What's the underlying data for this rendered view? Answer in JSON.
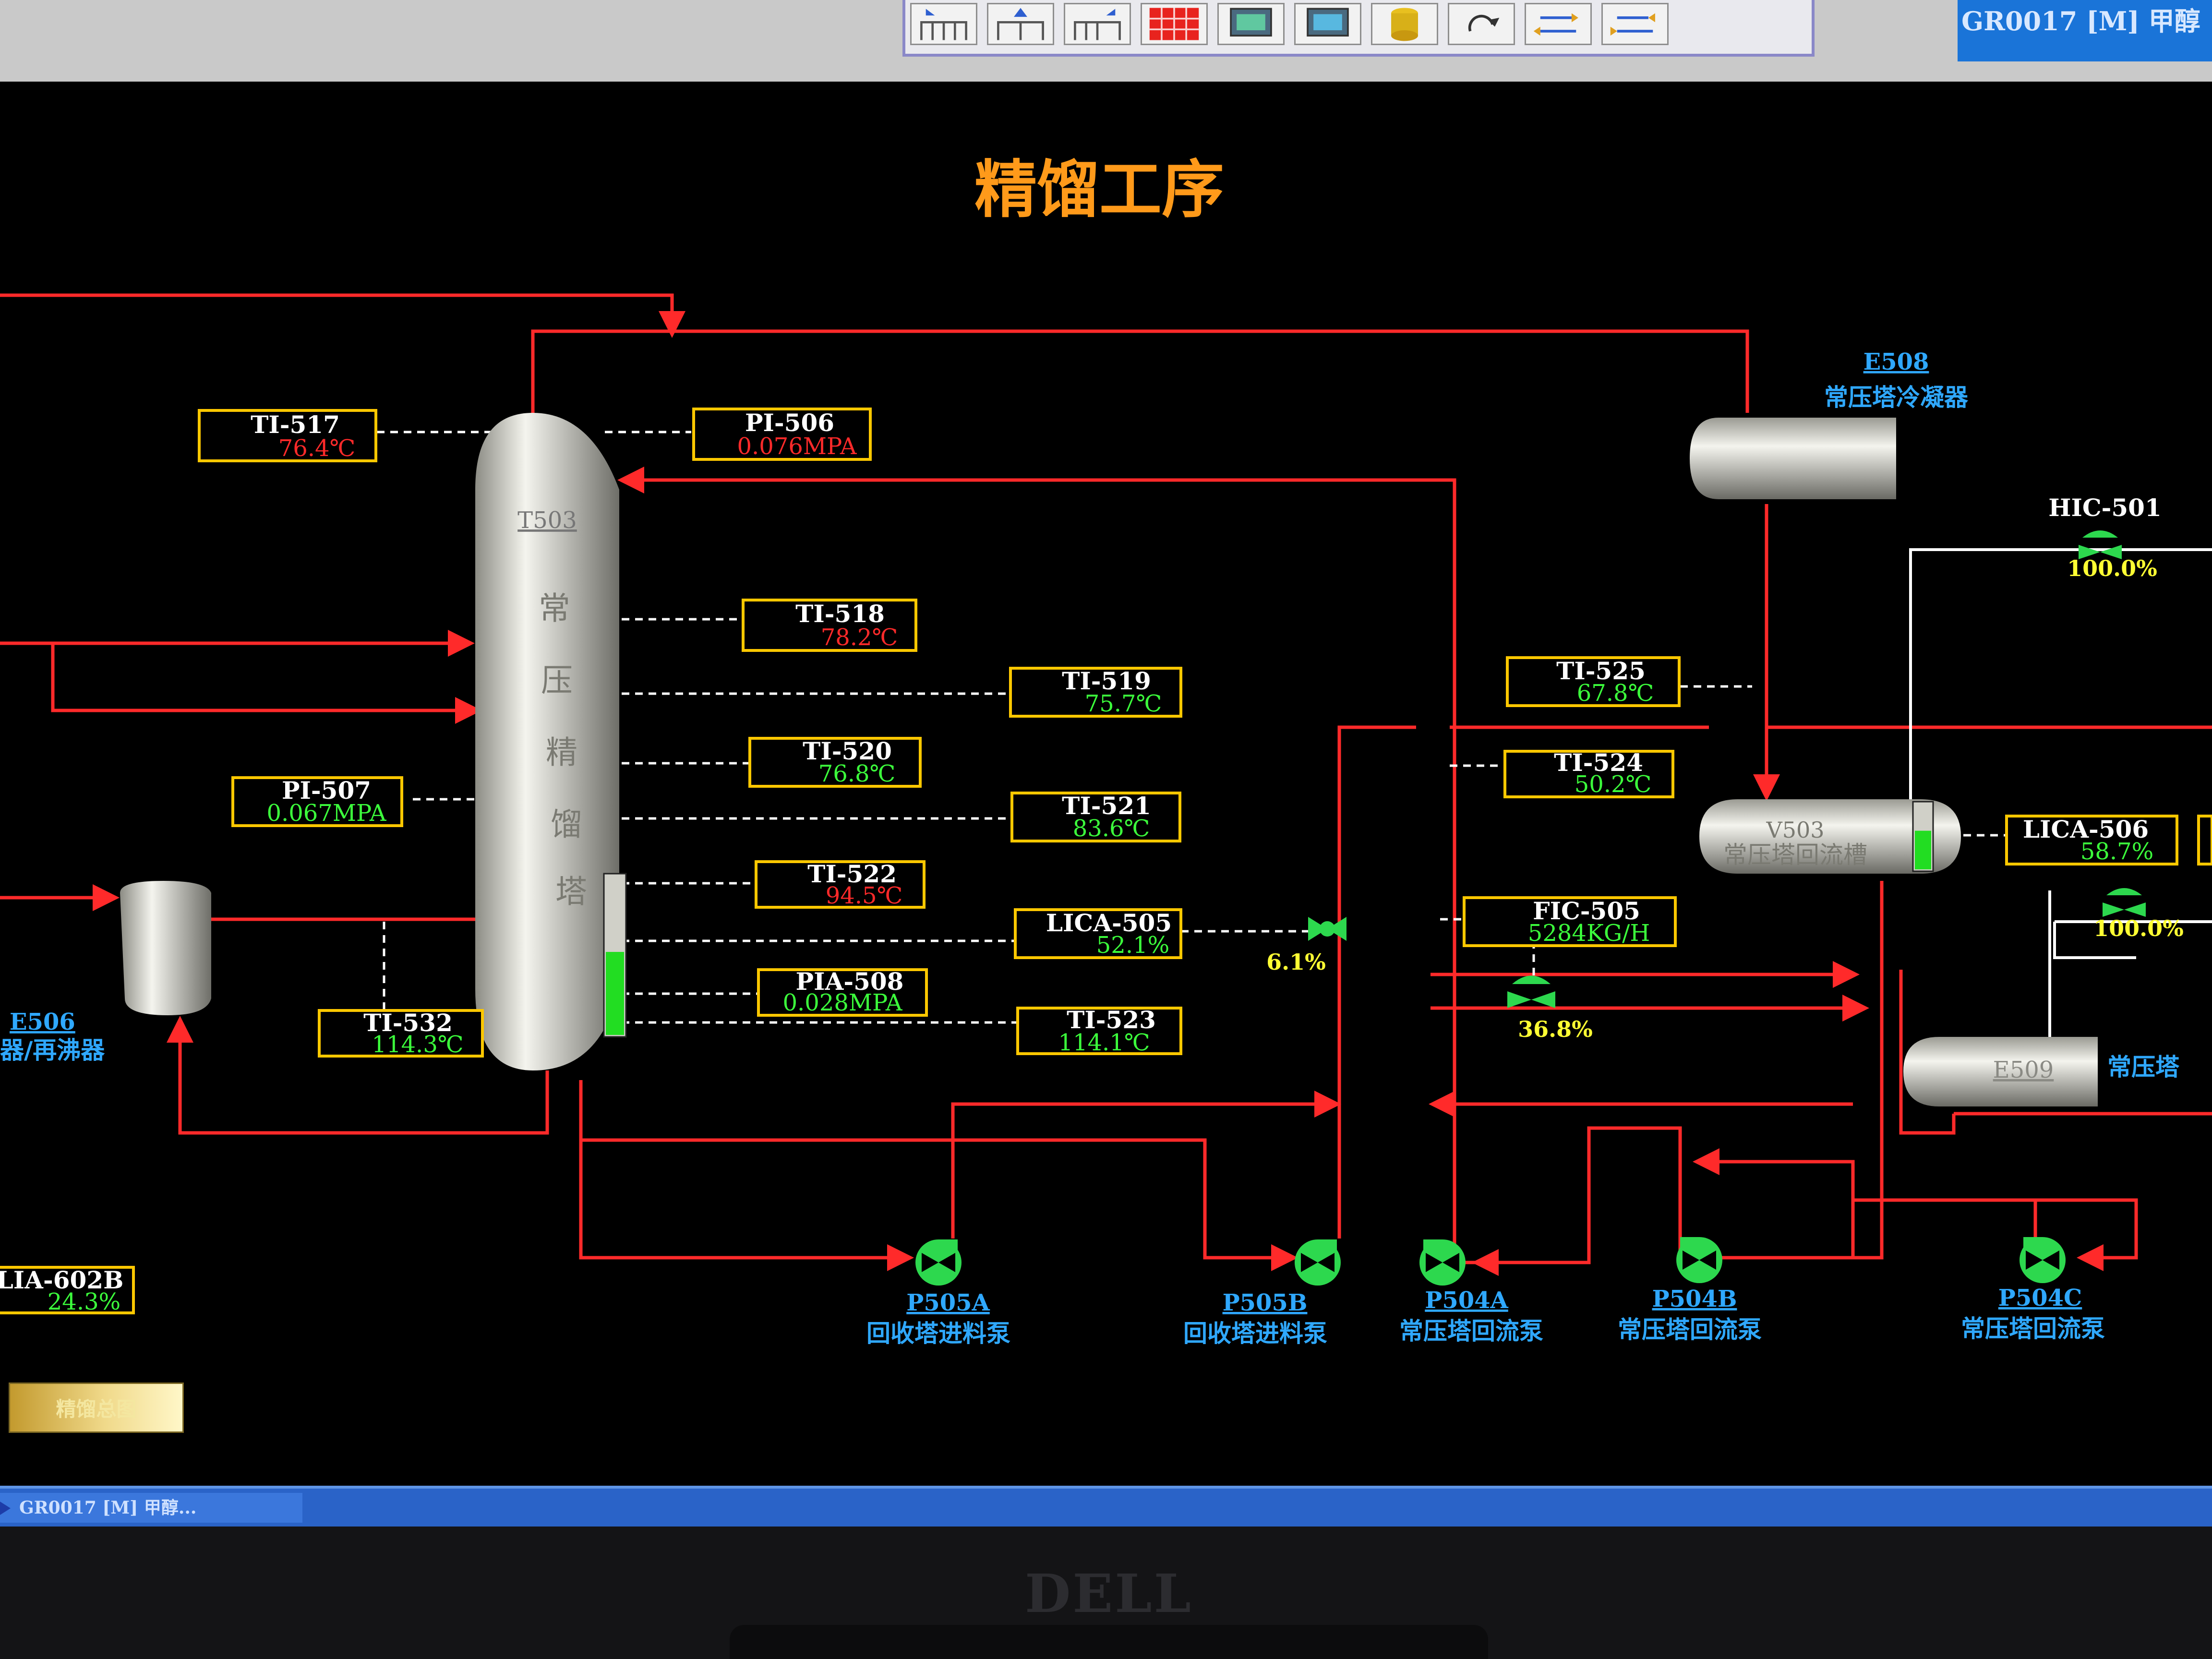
{
  "screen_title": "精馏工序",
  "window_title": "GR0017 [M] 甲醇",
  "taskbar_item": "GR0017 [M] 甲醇...",
  "nav_button": "精馏总图",
  "monitor_brand": "DELL",
  "colors": {
    "pipe": "#ff2a2a",
    "tag_border": "#ffc800",
    "value_red": "#ff2a2a",
    "value_green": "#3cff3c",
    "pump": "#2dd84e",
    "link_text": "#2fa8ff",
    "title": "#ff9a1a"
  },
  "toolbar_icons": [
    "column-up-left-icon",
    "column-up-icon",
    "column-up-right-icon",
    "grid-icon",
    "monitor-icon",
    "monitor-alt-icon",
    "database-icon",
    "refresh-icon",
    "swap-icon",
    "swap-alt-icon"
  ],
  "column": {
    "tag": "T503",
    "name_chars": [
      "常",
      "压",
      "精",
      "馏",
      "塔"
    ],
    "level_percent": 52.1
  },
  "instruments": {
    "ti517": {
      "tag": "TI-517",
      "value": "76.4℃",
      "state": "alarm"
    },
    "pi506": {
      "tag": "PI-506",
      "value": "0.076MPA",
      "state": "alarm"
    },
    "ti518": {
      "tag": "TI-518",
      "value": "78.2℃",
      "state": "alarm"
    },
    "ti519": {
      "tag": "TI-519",
      "value": "75.7℃",
      "state": "normal"
    },
    "ti520": {
      "tag": "TI-520",
      "value": "76.8℃",
      "state": "normal"
    },
    "ti521": {
      "tag": "TI-521",
      "value": "83.6℃",
      "state": "normal"
    },
    "ti522": {
      "tag": "TI-522",
      "value": "94.5℃",
      "state": "alarm"
    },
    "pi507": {
      "tag": "PI-507",
      "value": "0.067MPA",
      "state": "normal"
    },
    "lica505": {
      "tag": "LICA-505",
      "value": "52.1%",
      "state": "normal"
    },
    "pia508": {
      "tag": "PIA-508",
      "value": "0.028MPA",
      "state": "normal"
    },
    "ti523": {
      "tag": "TI-523",
      "value": "114.1℃",
      "state": "normal"
    },
    "ti532": {
      "tag": "TI-532",
      "value": "114.3℃",
      "state": "normal"
    },
    "ti525": {
      "tag": "TI-525",
      "value": "67.8℃",
      "state": "normal"
    },
    "ti524": {
      "tag": "TI-524",
      "value": "50.2℃",
      "state": "normal"
    },
    "fic505": {
      "tag": "FIC-505",
      "value": "5284KG/H",
      "state": "normal"
    },
    "lica506": {
      "tag": "LICA-506",
      "value": "58.7%",
      "state": "normal"
    },
    "lia602b": {
      "tag": "LIA-602B",
      "value": "24.3%",
      "state": "normal"
    }
  },
  "valves": {
    "lica505_out": {
      "value": "6.1%"
    },
    "fic505": {
      "value": "36.8%"
    },
    "hic501": {
      "tag": "HIC-501",
      "value": "100.0%"
    },
    "lica506_out": {
      "value": "100.0%"
    }
  },
  "equipment": {
    "e508": {
      "tag": "E508",
      "name": "常压塔冷凝器"
    },
    "v503": {
      "tag": "V503",
      "name": "常压塔回流槽",
      "level_percent": 58.7
    },
    "e509": {
      "tag": "E509",
      "name": "常压塔"
    },
    "e506": {
      "tag": "E506",
      "name": "器/再沸器"
    }
  },
  "pumps": [
    {
      "tag": "P505A",
      "name": "回收塔进料泵"
    },
    {
      "tag": "P505B",
      "name": "回收塔进料泵"
    },
    {
      "tag": "P504A",
      "name": "常压塔回流泵"
    },
    {
      "tag": "P504B",
      "name": "常压塔回流泵"
    },
    {
      "tag": "P504C",
      "name": "常压塔回流泵"
    }
  ]
}
